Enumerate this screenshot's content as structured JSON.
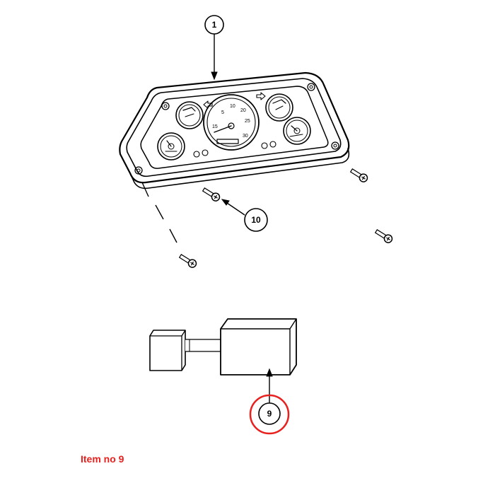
{
  "callouts": {
    "cluster": "1",
    "screws": "10",
    "module": "9"
  },
  "speedo_ticks": [
    "5",
    "10",
    "15",
    "20",
    "25",
    "30"
  ],
  "caption": "Item no 9",
  "colors": {
    "line": "#000000",
    "highlight": "#e8201e",
    "background": "#ffffff"
  }
}
